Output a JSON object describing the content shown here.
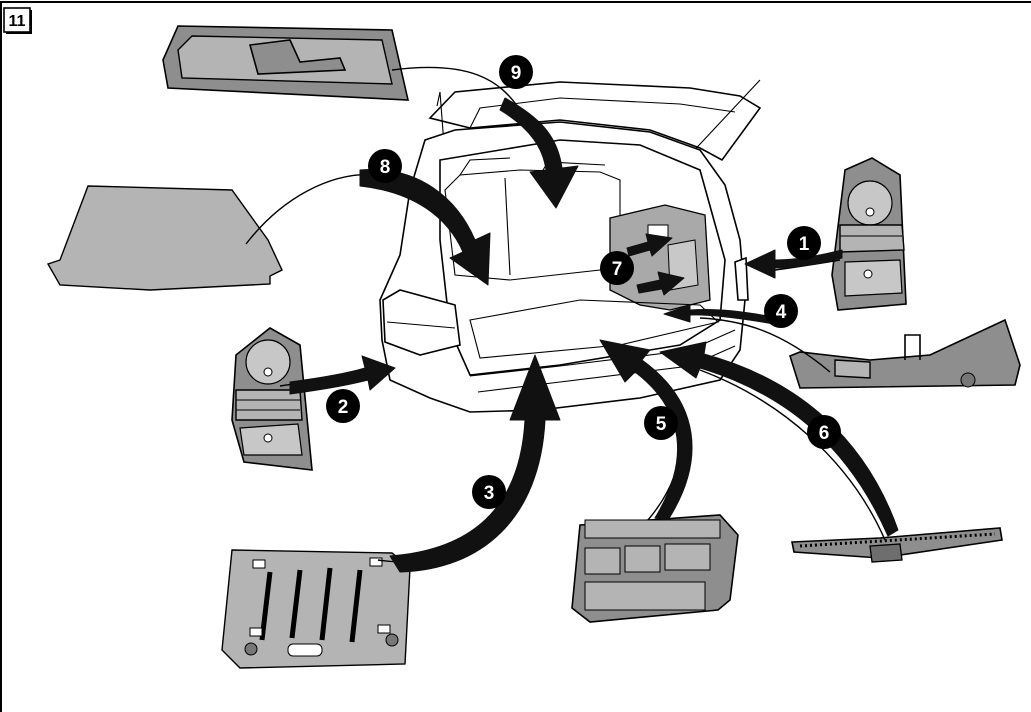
{
  "figure": {
    "step_number": "11",
    "callouts": [
      "1",
      "2",
      "3",
      "4",
      "5",
      "6",
      "7",
      "8",
      "9"
    ]
  },
  "colors": {
    "part_fill": "#8e8e8e",
    "part_light": "#b4b4b4",
    "arrow": "#111111",
    "badge": "#000000",
    "background": "#ffffff"
  }
}
